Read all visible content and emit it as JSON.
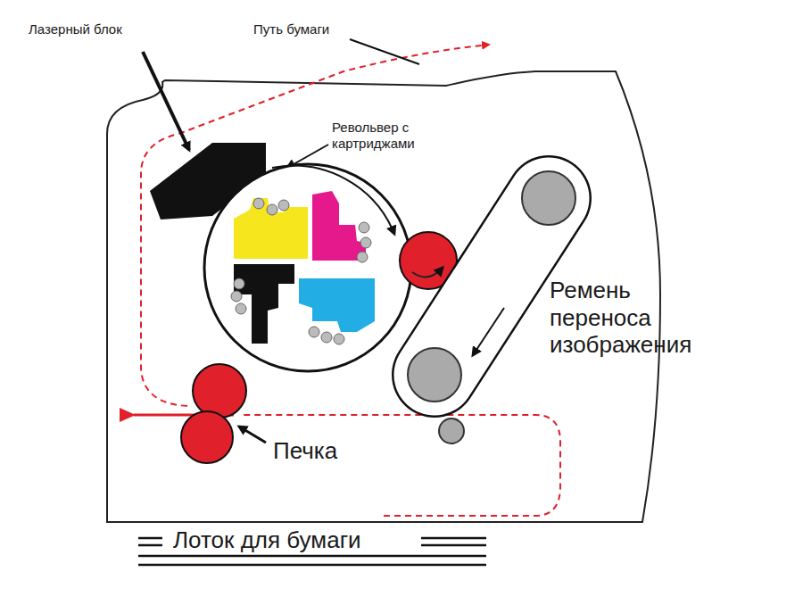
{
  "diagram": {
    "labels": [
      "Лазерный блок",
      "Путь бумаги",
      "Револьвер с картриджами",
      "Ремень переноса изображения",
      "Печка",
      "Лоток для бумаги"
    ]
  }
}
